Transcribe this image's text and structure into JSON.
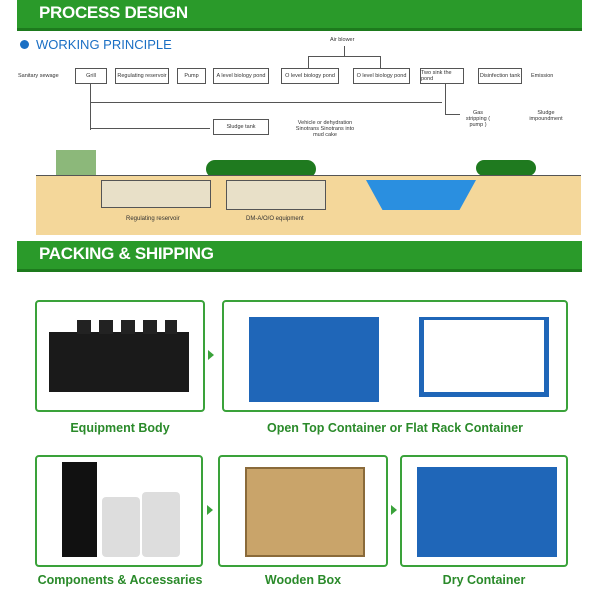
{
  "process_header": "PROCESS DESIGN",
  "working_principle": "WORKING PRINCIPLE",
  "flow": {
    "input": "Sanitary sewage",
    "grill": "Grill",
    "regulating": "Regulating reservoir",
    "pump": "Pump",
    "a_pond": "A level biology pond",
    "o_pond1": "O level biology pond",
    "o_pond2": "O level biology pond",
    "sink": "Two sink the pond",
    "disinfection": "Disinfection tank",
    "emission": "Emission",
    "air_blower": "Air blower",
    "sludge_tank": "Sludge tank",
    "vehicle": "Vehicle or dehydration Sinotrans Sinotrans into mud cake",
    "gas": "Gas stripping ( pump )",
    "impoundment": "Sludge impoundment"
  },
  "scene": {
    "reservoir_label": "Regulating reservoir",
    "equipment_label": "DM-A/O/O equipment"
  },
  "packing_header": "PACKING & SHIPPING",
  "items": [
    {
      "label": "Equipment Body"
    },
    {
      "label": "Open Top Container or Flat Rack Container"
    },
    {
      "label": "Components & Accessaries"
    },
    {
      "label": "Wooden Box"
    },
    {
      "label": "Dry Container"
    }
  ],
  "colors": {
    "green": "#2a9a2a",
    "blue": "#1a6fc4",
    "container": "#1f66b8"
  }
}
